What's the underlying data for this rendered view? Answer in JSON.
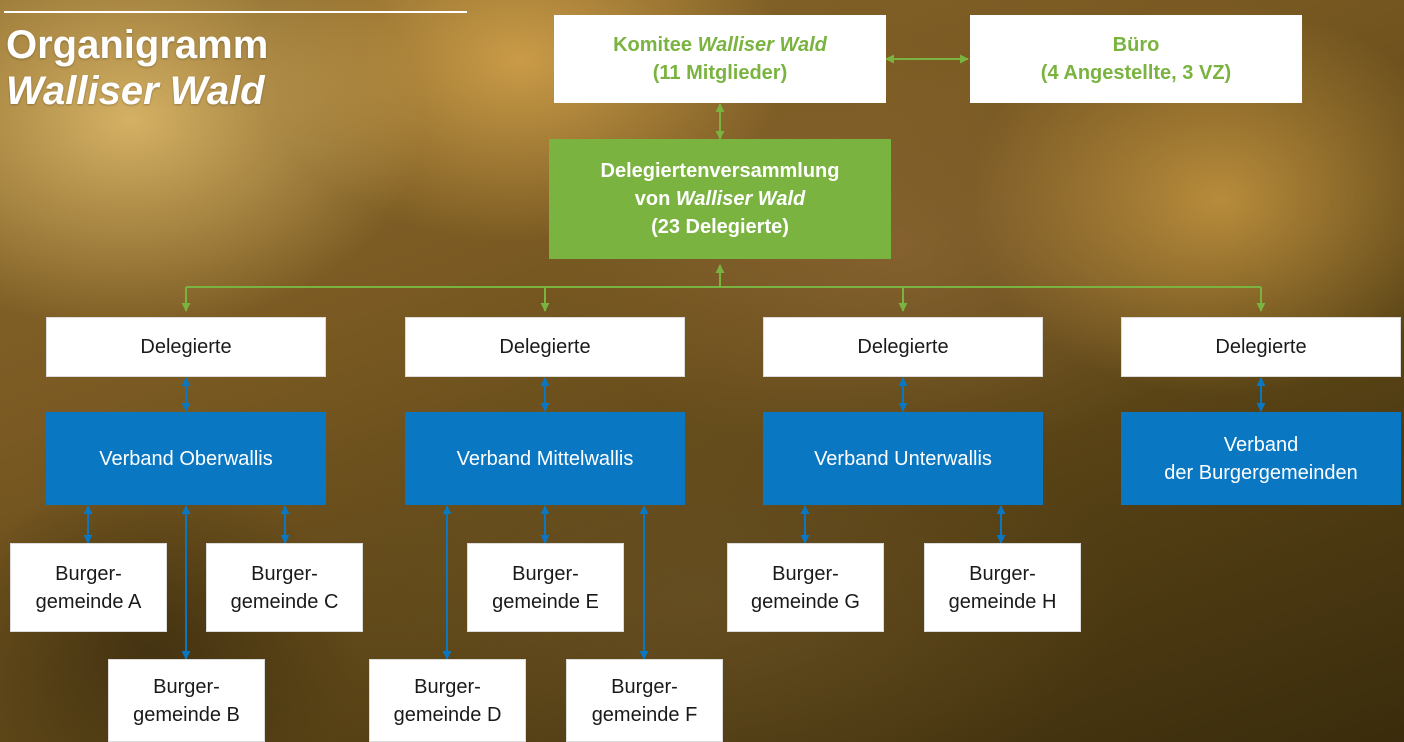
{
  "title": {
    "line1": "Organigramm",
    "line2": "Walliser Wald"
  },
  "komitee": {
    "prefix": "Komitee ",
    "name": "Walliser Wald",
    "detail": "(11 Mitglieder)"
  },
  "buero": {
    "line1": "Büro",
    "line2": "(4 Angestellte, 3 VZ)"
  },
  "versammlung": {
    "line1": "Delegiertenversammlung",
    "line2_prefix": "von ",
    "line2_name": "Walliser Wald",
    "line3": "(23 Delegierte)"
  },
  "delegierte": [
    "Delegierte",
    "Delegierte",
    "Delegierte",
    "Delegierte"
  ],
  "verbaende": {
    "oberwallis": "Verband Oberwallis",
    "mittelwallis": "Verband Mittelwallis",
    "unterwallis": "Verband Unterwallis",
    "burgergemeinden_line1": "Verband",
    "burgergemeinden_line2": "der Burgergemeinden"
  },
  "gemeinden": {
    "a": {
      "line1": "Burger-",
      "line2": "gemeinde A"
    },
    "b": {
      "line1": "Burger-",
      "line2": "gemeinde B"
    },
    "c": {
      "line1": "Burger-",
      "line2": "gemeinde C"
    },
    "d": {
      "line1": "Burger-",
      "line2": "gemeinde D"
    },
    "e": {
      "line1": "Burger-",
      "line2": "gemeinde E"
    },
    "f": {
      "line1": "Burger-",
      "line2": "gemeinde F"
    },
    "g": {
      "line1": "Burger-",
      "line2": "gemeinde G"
    },
    "h": {
      "line1": "Burger-",
      "line2": "gemeinde H"
    }
  },
  "colors": {
    "green": "#7ab340",
    "blue": "#0a77c2",
    "white": "#ffffff",
    "background": "#7a5a22"
  }
}
